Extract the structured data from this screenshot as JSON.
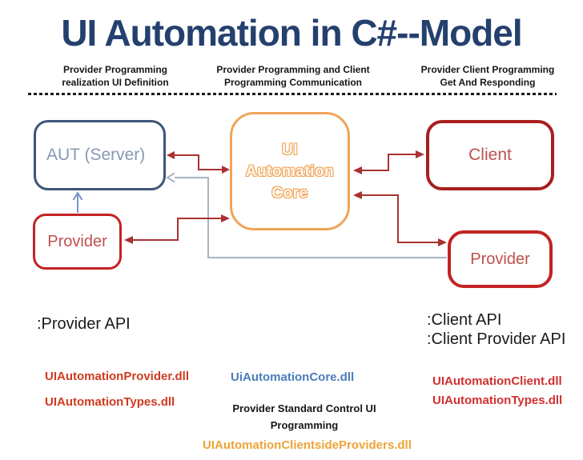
{
  "title": "UI Automation in C#--Model",
  "columns": [
    {
      "line1": "Provider Programming",
      "line2": "realization UI Definition"
    },
    {
      "line1": "Provider Programming and Client",
      "line2": "Programming Communication"
    },
    {
      "line1": "Provider Client Programming",
      "line2": "Get And Responding"
    }
  ],
  "boxes": {
    "aut": {
      "label": "AUT (Server)"
    },
    "core": {
      "line1": "UI",
      "line2": "Automation",
      "line3": "Core"
    },
    "client": {
      "label": "Client"
    },
    "provider_left": {
      "label": "Provider"
    },
    "provider_right": {
      "label": "Provider"
    }
  },
  "annotations": {
    "provider_api": ":Provider API",
    "client_api": ":Client API",
    "client_provider_api": ":Client Provider API",
    "provider_std_line1": "Provider Standard Control UI",
    "provider_std_line2": "Programming"
  },
  "dlls": {
    "provider": "UIAutomationProvider.dll",
    "types_left": "UIAutomationTypes.dll",
    "core": "UiAutomationCore.dll",
    "clientside": "UIAutomationClientsideProviders.dll",
    "client": "UIAutomationClient.dll",
    "types_right": "UIAutomationTypes.dll"
  },
  "colors": {
    "title": "#24406e",
    "aut_border": "#3d5678",
    "aut_text": "#8898b4",
    "core_border": "#f1a45b",
    "core_text": "#efa358",
    "client_border": "#a81e1e",
    "red_border": "#c32222",
    "red_text": "#c0504d",
    "arrow_red": "#a93131",
    "arrow_gray": "#a9b4c6",
    "arrow_blue": "#7a94c8",
    "dll_red": "#cf3a1f",
    "dll_blue": "#4a7ebb",
    "dll_orange": "#eca438"
  }
}
